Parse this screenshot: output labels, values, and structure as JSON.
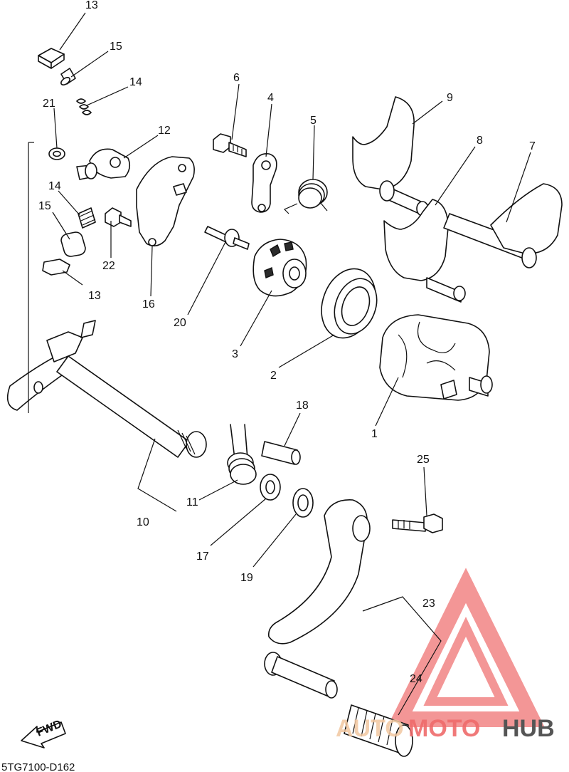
{
  "diagram": {
    "part_labels": {
      "p1": "1",
      "p2": "2",
      "p3": "3",
      "p4": "4",
      "p5": "5",
      "p6": "6",
      "p7": "7",
      "p8": "8",
      "p9": "9",
      "p10": "10",
      "p11": "11",
      "p12": "12",
      "p13a": "13",
      "p13b": "13",
      "p14a": "14",
      "p14b": "14",
      "p15a": "15",
      "p15b": "15",
      "p16": "16",
      "p17": "17",
      "p18": "18",
      "p19": "19",
      "p20": "20",
      "p21": "21",
      "p22": "22",
      "p23": "23",
      "p24": "24",
      "p25": "25"
    },
    "fwd_label": "FWD",
    "drawing_code": "5TG7100-D162"
  },
  "watermark": {
    "text_auto": "AUTO",
    "text_moto": "MOTO",
    "text_hub": "HUB",
    "color_triangle": "#ef6b6b",
    "color_auto": "#f2c7a0",
    "color_moto": "#ef6b6b",
    "color_hub": "#555555"
  }
}
